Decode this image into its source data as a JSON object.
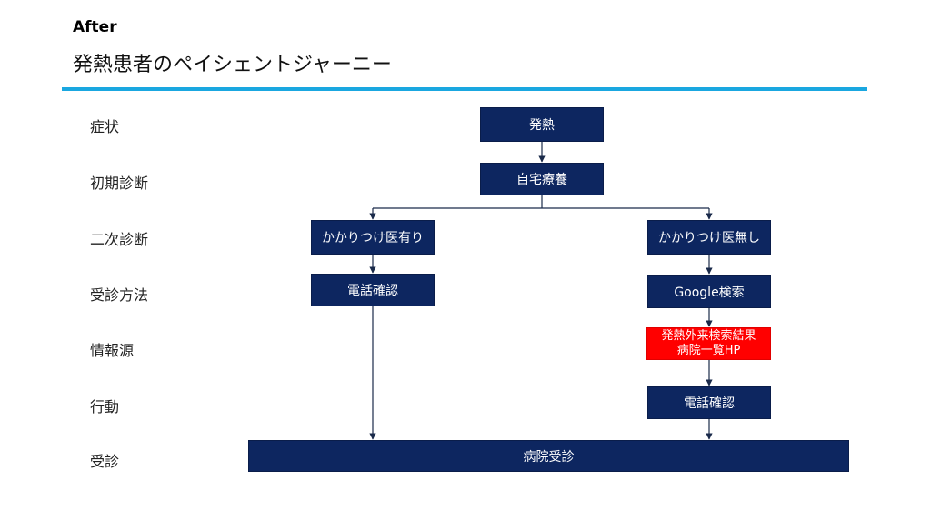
{
  "header": {
    "label": "After",
    "title": "発熱患者のペイシェントジャーニー"
  },
  "rows": [
    "症状",
    "初期診断",
    "二次診断",
    "受診方法",
    "情報源",
    "行動",
    "受診"
  ],
  "nodes": {
    "fever": "発熱",
    "home_care": "自宅療養",
    "with_family_doctor": "かかりつけ医有り",
    "without_family_doctor": "かかりつけ医無し",
    "phone_confirm_left": "電話確認",
    "google_search": "Google検索",
    "info_source_line1": "発熱外来検索結果",
    "info_source_line2": "病院一覧HP",
    "phone_confirm_right": "電話確認",
    "hospital_visit": "病院受診"
  },
  "colors": {
    "box_fill": "#0d2660",
    "highlight_fill": "#ff0000",
    "accent_rule": "#1aa7e0",
    "connector": "#1a2a4a"
  }
}
